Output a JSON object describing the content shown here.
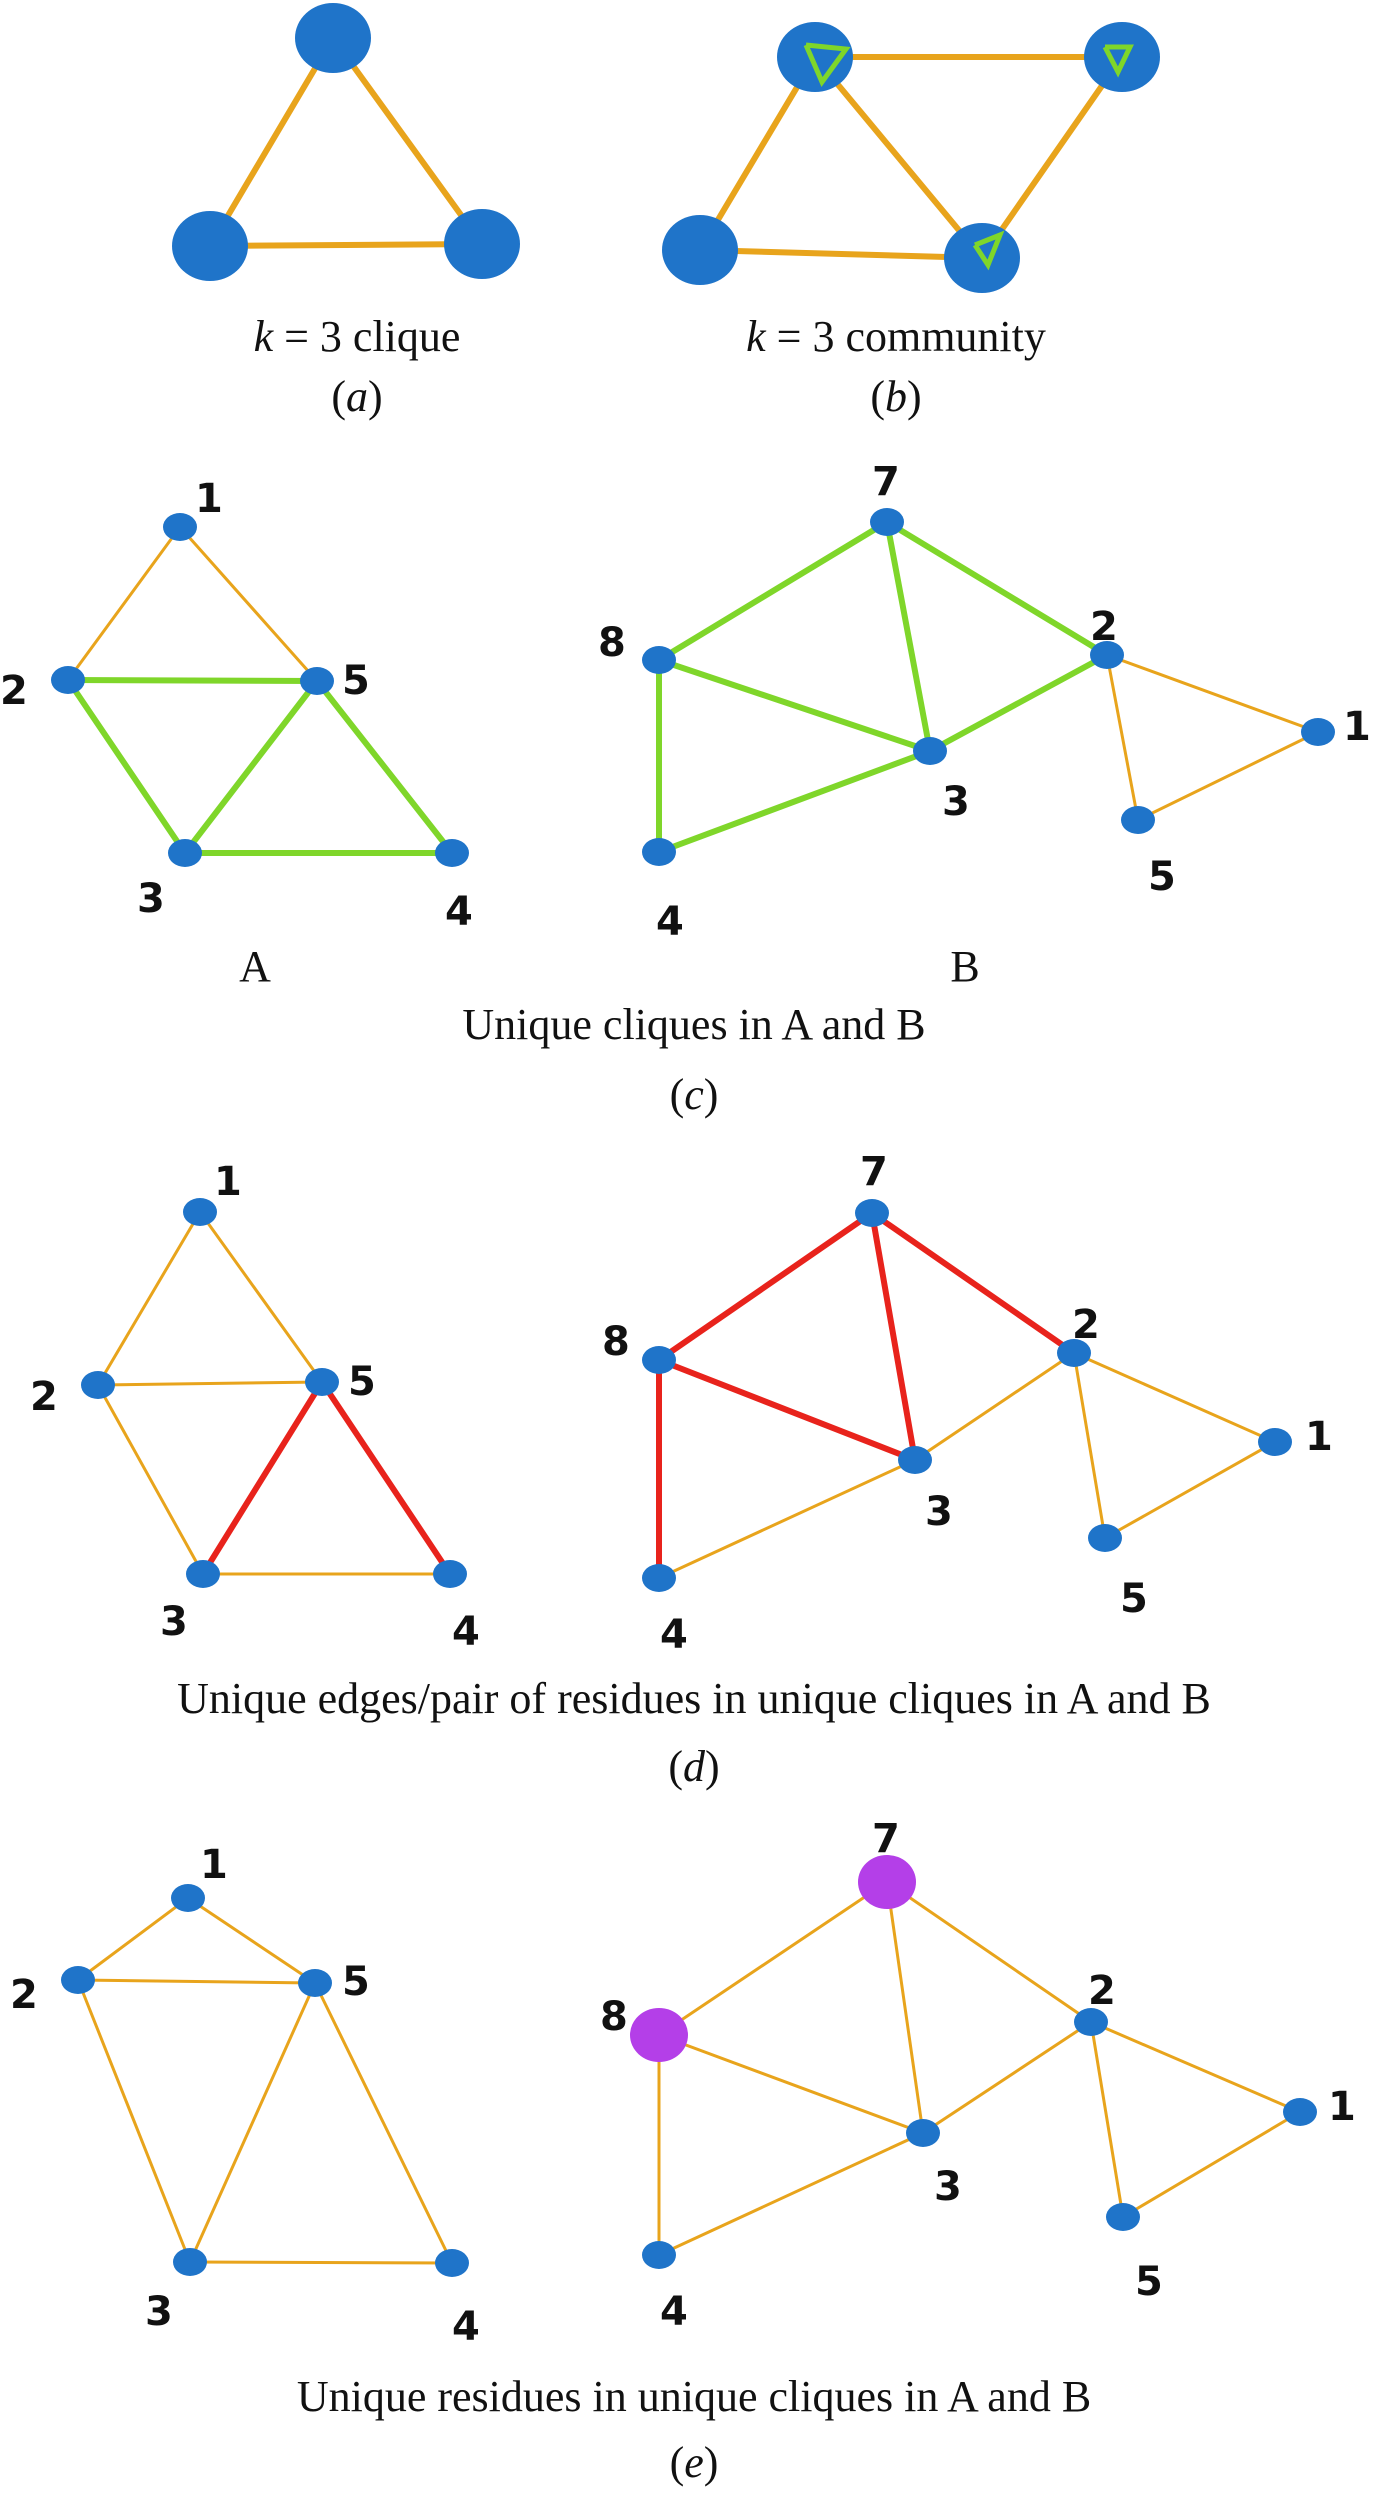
{
  "panel_a": {
    "k_symbol": "k",
    "rest": " = 3 clique",
    "letter": "a"
  },
  "panel_b": {
    "k_symbol": "k",
    "rest": " = 3 community",
    "letter": "b"
  },
  "panel_c": {
    "graph_a_label": "A",
    "graph_b_label": "B",
    "caption": "Unique cliques in A and B",
    "letter": "c"
  },
  "panel_d": {
    "caption": "Unique edges/pair of residues in unique cliques in A and B",
    "letter": "d"
  },
  "panel_e": {
    "caption": "Unique residues in unique cliques in A and B",
    "letter": "e"
  },
  "colors": {
    "node": "#1f74c9",
    "edge_default": "#e8a41c",
    "edge_clique": "#7fd62a",
    "edge_unique": "#e8231c",
    "node_unique": "#b43fe8"
  },
  "graphs": {
    "A_nodes": [
      "1",
      "2",
      "3",
      "4",
      "5"
    ],
    "B_nodes": [
      "1",
      "2",
      "3",
      "4",
      "5",
      "7",
      "8"
    ]
  }
}
